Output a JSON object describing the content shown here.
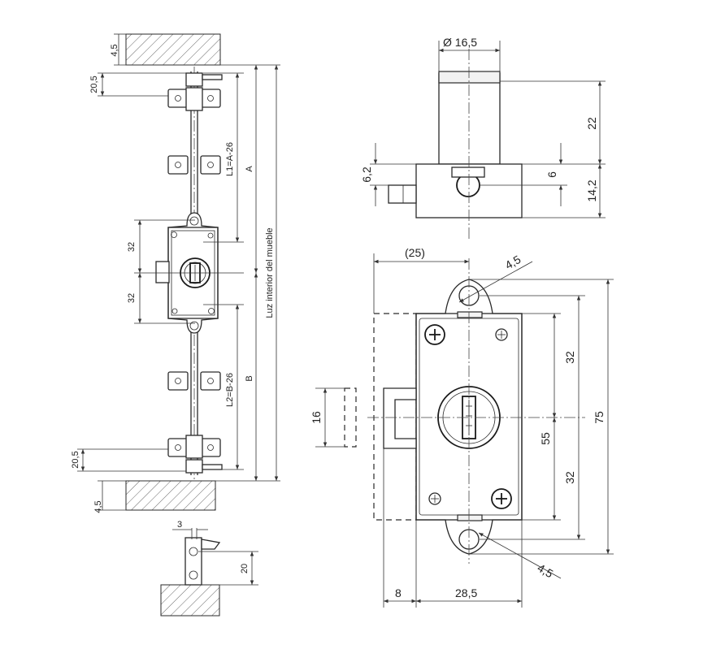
{
  "colors": {
    "line": "#2a2a2a",
    "background": "#ffffff"
  },
  "left_view": {
    "dim_top_gap": "4,5",
    "dim_top_offset": "20,5",
    "dim_upper_half": "32",
    "dim_lower_half": "32",
    "dim_l1": "L1=A-26",
    "dim_a": "A",
    "dim_l2": "L2=B-26",
    "dim_b": "B",
    "dim_total": "Luz interior del mueble",
    "dim_bottom_offset": "20,5",
    "dim_bottom_gap": "4,5"
  },
  "detail_view": {
    "dim_width": "3",
    "dim_height": "20"
  },
  "top_view": {
    "dim_diameter": "Ø 16,5",
    "dim_cylinder": "22",
    "dim_left": "6,2",
    "dim_center": "6",
    "dim_body": "14,2"
  },
  "front_view": {
    "dim_offset": "(25)",
    "dim_hole_top": "4,5",
    "dim_hole_bottom": "4,5",
    "dim_upper": "32",
    "dim_lower": "32",
    "dim_center": "55",
    "dim_total": "75",
    "dim_bolt": "16",
    "dim_left": "8",
    "dim_width": "28,5"
  }
}
